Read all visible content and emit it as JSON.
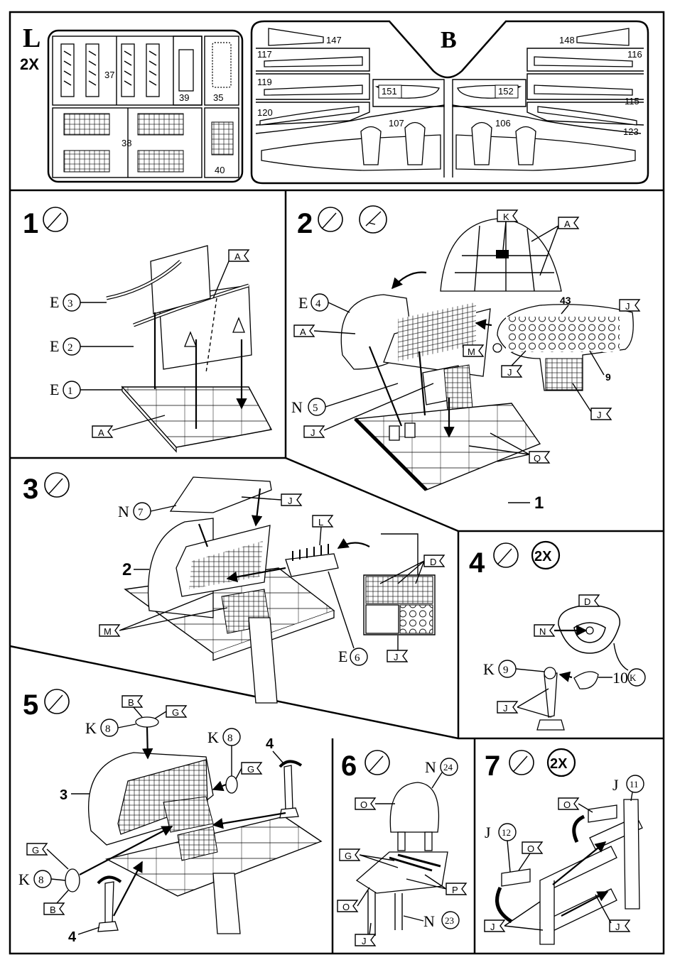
{
  "sprue_L": {
    "letter": "L",
    "mult": "2X",
    "parts": [
      "37",
      "39",
      "35",
      "38",
      "40"
    ]
  },
  "sprue_B": {
    "letter": "B",
    "parts": [
      "147",
      "148",
      "117",
      "116",
      "119",
      "115",
      "151",
      "152",
      "120",
      "123",
      "107",
      "106"
    ]
  },
  "steps": [
    {
      "num": "1",
      "labels": [
        "E",
        "3",
        "E",
        "2",
        "E",
        "1",
        "A",
        "A"
      ]
    },
    {
      "num": "2",
      "labels": [
        "E",
        "4",
        "A",
        "N",
        "5",
        "J",
        "K",
        "A",
        "43",
        "J",
        "M",
        "J",
        "9",
        "J",
        "Q",
        "1"
      ]
    },
    {
      "num": "3",
      "labels": [
        "N",
        "7",
        "J",
        "2",
        "L",
        "D",
        "M",
        "E",
        "6",
        "J"
      ]
    },
    {
      "num": "4",
      "mult": "2X",
      "labels": [
        "D",
        "N",
        "K",
        "10",
        "K",
        "9",
        "J"
      ]
    },
    {
      "num": "5",
      "labels": [
        "B",
        "G",
        "K",
        "8",
        "K",
        "8",
        "G",
        "4",
        "3",
        "G",
        "K",
        "8",
        "B",
        "4"
      ]
    },
    {
      "num": "6",
      "labels": [
        "N",
        "24",
        "O",
        "G",
        "P",
        "O",
        "N",
        "23",
        "J"
      ]
    },
    {
      "num": "7",
      "mult": "2X",
      "labels": [
        "J",
        "11",
        "O",
        "J",
        "12",
        "O",
        "J",
        "J"
      ]
    }
  ]
}
